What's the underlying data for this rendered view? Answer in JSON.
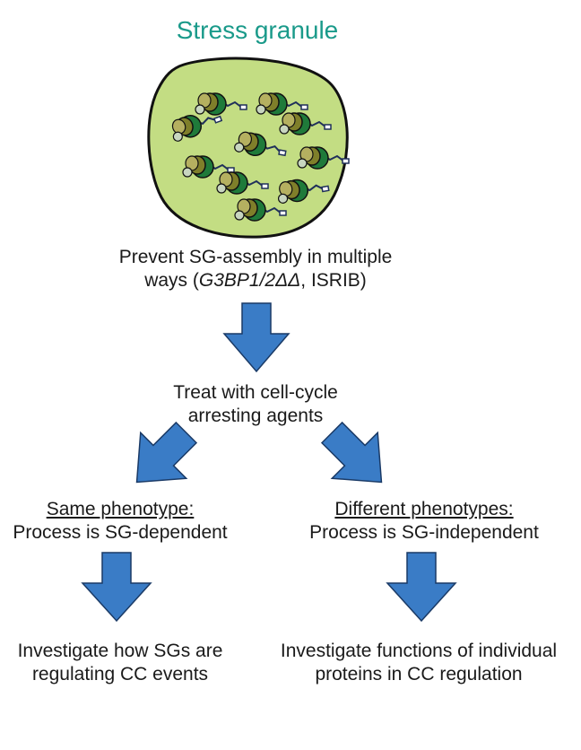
{
  "title": "Stress granule",
  "step1": {
    "line1": "Prevent SG-assembly in multiple",
    "line2_prefix": "ways (",
    "line2_italic": "G3BP1/2ΔΔ",
    "line2_suffix": ", ISRIB)"
  },
  "step2": {
    "line1": "Treat with cell-cycle",
    "line2": "arresting agents"
  },
  "left_branch": {
    "heading": "Same phenotype:",
    "text": "Process is SG-dependent"
  },
  "right_branch": {
    "heading": "Different phenotypes:",
    "text": "Process is SG-independent"
  },
  "left_outcome": {
    "line1": "Investigate how SGs are",
    "line2": "regulating CC events"
  },
  "right_outcome": {
    "line1": "Investigate functions of individual",
    "line2": "proteins in CC regulation"
  },
  "colors": {
    "title": "#1a9a8a",
    "granule_fill": "#c3dd83",
    "arrow_fill": "#3a7cc6",
    "arrow_stroke": "#1a3a66",
    "protein_dark": "#1f7a3a",
    "protein_olive": "#7f7f2a",
    "protein_light": "#b5c9a0",
    "linker": "#1f2f5a"
  }
}
